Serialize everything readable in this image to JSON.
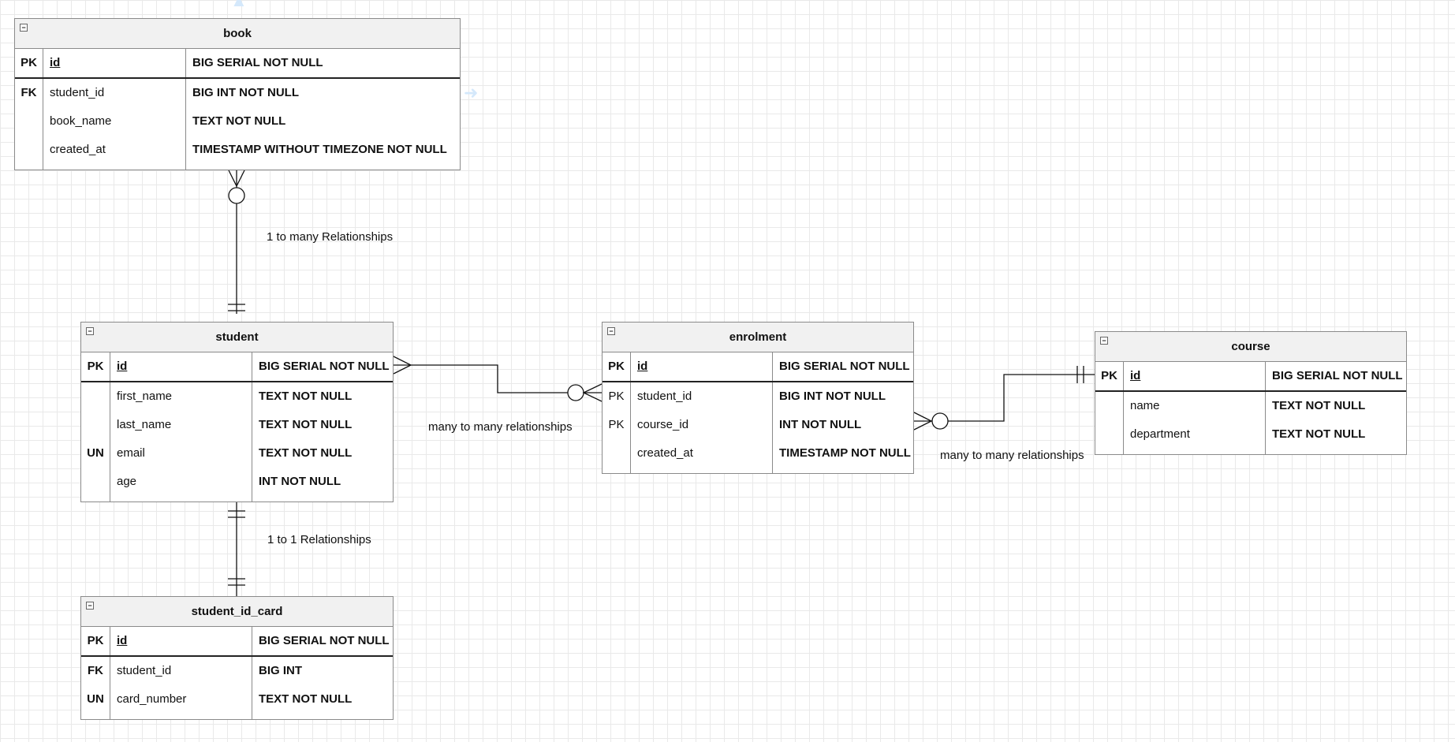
{
  "collapse_symbol": "−",
  "entities": {
    "book": {
      "title": "book",
      "rows": [
        {
          "key": "PK",
          "name": "id",
          "type": "BIG SERIAL NOT NULL"
        },
        {
          "key": "FK",
          "name": "student_id",
          "type": "BIG INT NOT NULL"
        },
        {
          "key": "",
          "name": "book_name",
          "type": "TEXT NOT NULL"
        },
        {
          "key": "",
          "name": "created_at",
          "type": "TIMESTAMP WITHOUT TIMEZONE NOT NULL"
        }
      ]
    },
    "student": {
      "title": "student",
      "rows": [
        {
          "key": "PK",
          "name": "id",
          "type": "BIG SERIAL NOT NULL"
        },
        {
          "key": "",
          "name": "first_name",
          "type": "TEXT NOT NULL"
        },
        {
          "key": "",
          "name": "last_name",
          "type": "TEXT NOT NULL"
        },
        {
          "key": "UN",
          "name": "email",
          "type": "TEXT NOT NULL"
        },
        {
          "key": "",
          "name": "age",
          "type": "INT NOT NULL"
        }
      ]
    },
    "student_id_card": {
      "title": "student_id_card",
      "rows": [
        {
          "key": "PK",
          "name": "id",
          "type": "BIG SERIAL NOT NULL"
        },
        {
          "key": "FK",
          "name": "student_id",
          "type": "BIG INT"
        },
        {
          "key": "UN",
          "name": "card_number",
          "type": "TEXT NOT NULL"
        }
      ]
    },
    "enrolment": {
      "title": "enrolment",
      "rows": [
        {
          "key": "PK",
          "name": "id",
          "type": "BIG SERIAL NOT NULL"
        },
        {
          "key": "PK",
          "name": "student_id",
          "type": "BIG INT NOT NULL"
        },
        {
          "key": "PK",
          "name": "course_id",
          "type": "INT NOT NULL"
        },
        {
          "key": "",
          "name": "created_at",
          "type": "TIMESTAMP NOT NULL"
        }
      ]
    },
    "course": {
      "title": "course",
      "rows": [
        {
          "key": "PK",
          "name": "id",
          "type": "BIG SERIAL NOT NULL"
        },
        {
          "key": "",
          "name": "name",
          "type": "TEXT NOT NULL"
        },
        {
          "key": "",
          "name": "department",
          "type": "TEXT NOT NULL"
        }
      ]
    }
  },
  "relationships": {
    "book_student": "1 to many Relationships",
    "student_card": "1 to 1 Relationships",
    "student_enrolment": "many to many relationships",
    "enrolment_course": "many to many relationships"
  }
}
